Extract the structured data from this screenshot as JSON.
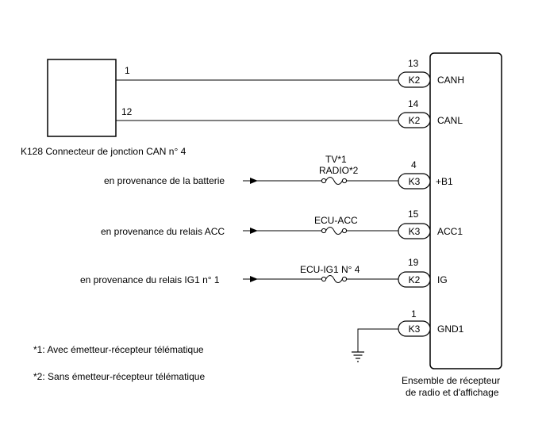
{
  "connector": {
    "label": "K128  Connecteur de jonction CAN n° 4",
    "pins": [
      "1",
      "12"
    ]
  },
  "unit": {
    "label_line1": "Ensemble de récepteur",
    "label_line2": "de radio et d'affichage"
  },
  "circuits": [
    {
      "pin": "13",
      "connector": "K2",
      "terminal": "CANH"
    },
    {
      "pin": "14",
      "connector": "K2",
      "terminal": "CANL"
    },
    {
      "pin": "4",
      "connector": "K3",
      "terminal": "+B1",
      "source": "en provenance de la batterie",
      "fuse": [
        "TV*1",
        "RADIO*2"
      ]
    },
    {
      "pin": "15",
      "connector": "K3",
      "terminal": "ACC1",
      "source": "en provenance du relais ACC",
      "fuse": [
        "ECU-ACC"
      ]
    },
    {
      "pin": "19",
      "connector": "K2",
      "terminal": "IG",
      "source": "en provenance du relais IG1 n° 1",
      "fuse": [
        "ECU-IG1 N° 4"
      ]
    },
    {
      "pin": "1",
      "connector": "K3",
      "terminal": "GND1"
    }
  ],
  "notes": [
    "*1: Avec émetteur-récepteur télématique",
    "*2: Sans émetteur-récepteur télématique"
  ]
}
